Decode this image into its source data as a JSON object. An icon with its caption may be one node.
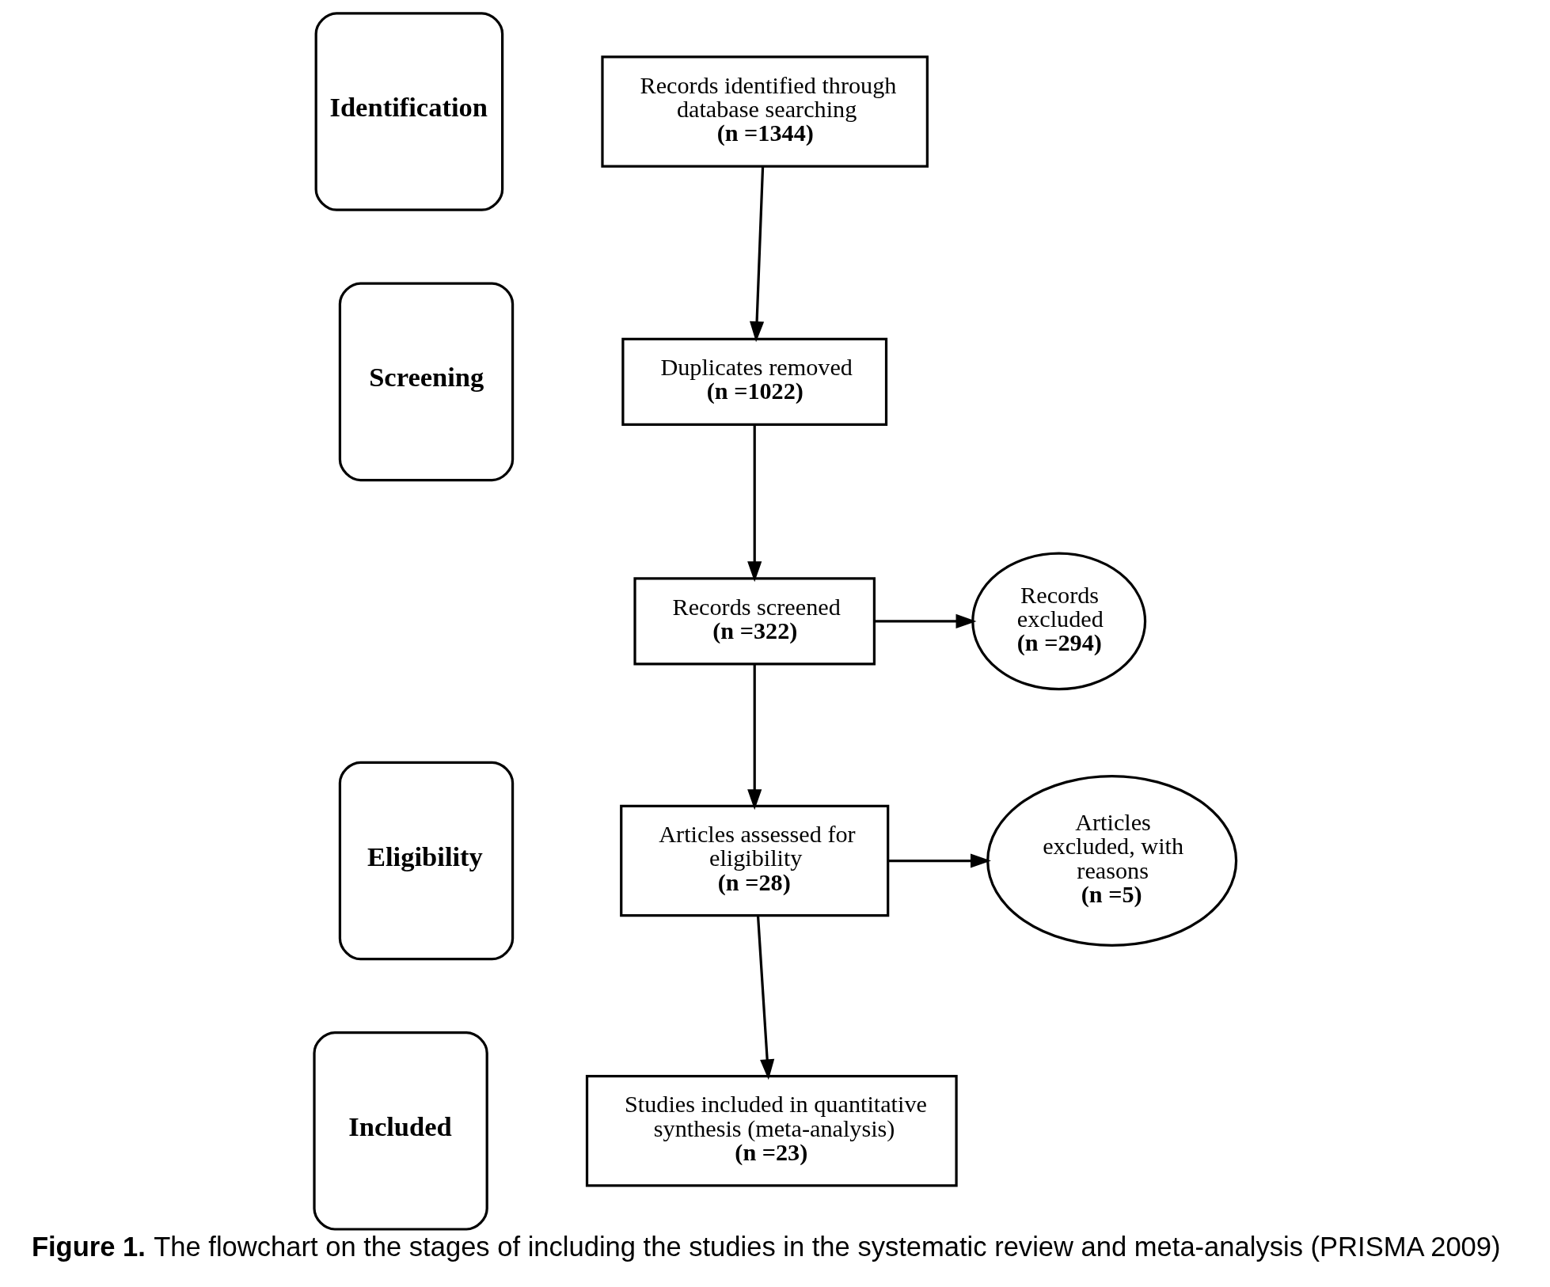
{
  "diagram": {
    "caption": "**Figure 1.** The flowchart on the stages of including the studies in the systematic review and meta-analysis (PRISMA 2009)",
    "nodes": [
      {
        "text": [
          "Identification"
        ]
      },
      {
        "text": [
          "Records identified through database searching",
          "(n =1344)"
        ]
      },
      {
        "text": [
          "Screening"
        ]
      },
      {
        "text": [
          "Duplicates removed",
          "(n =1022)"
        ]
      },
      {
        "text": [
          "Records screened",
          "(n =322)"
        ]
      },
      {
        "text": [
          "Records excluded",
          "(n =294)"
        ]
      },
      {
        "text": [
          "Eligibility"
        ]
      },
      {
        "text": [
          "Articles assessed for eligibility",
          "(n =28)"
        ]
      },
      {
        "text": [
          "Articles excluded, with reasons",
          "(n =5)"
        ]
      },
      {
        "text": [
          "Included"
        ]
      },
      {
        "text": [
          "Studies included in quantitative synthesis (meta-analysis)",
          "(n =23)"
        ]
      }
    ],
    "edges": [
      {
        "from": 1,
        "to": 3,
        "arrow": "to"
      },
      {
        "from": 3,
        "to": 4,
        "arrow": "to"
      },
      {
        "from": 4,
        "to": 5,
        "arrow": "to"
      },
      {
        "from": 4,
        "to": 7,
        "arrow": "to"
      },
      {
        "from": 7,
        "to": 8,
        "arrow": "to"
      },
      {
        "from": 7,
        "to": 10,
        "arrow": "to"
      }
    ]
  }
}
